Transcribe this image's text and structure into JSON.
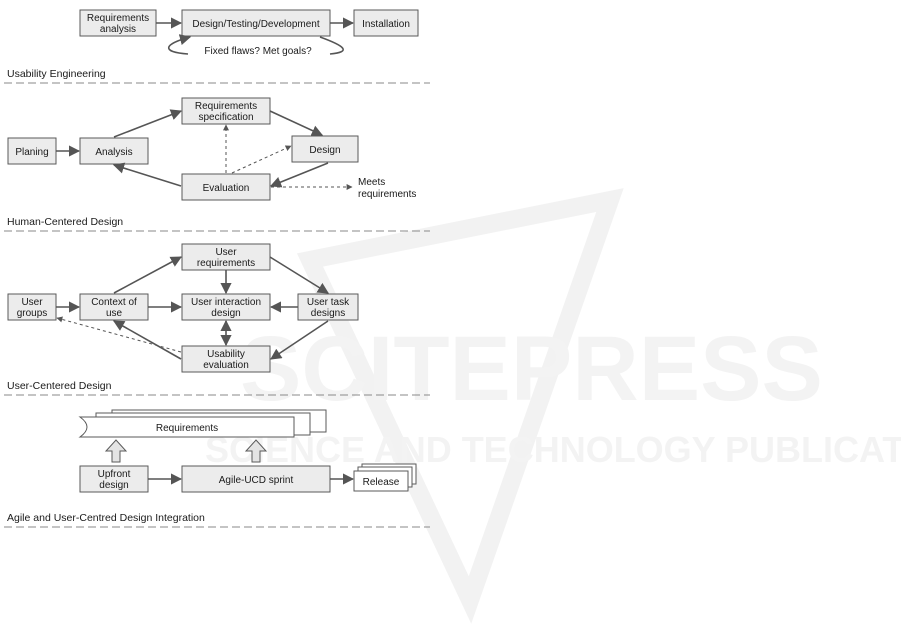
{
  "watermark": {
    "main": "SCITEPRESS",
    "sub": "SCIENCE AND TECHNOLOGY PUBLICATIONS"
  },
  "waterfall": {
    "requirements_analysis": [
      "Requirements",
      "analysis"
    ],
    "design_testing": "Design/Testing/Development",
    "installation": "Installation",
    "loop_label": "Fixed flaws? Met goals?"
  },
  "usability_engineering": {
    "section_label": "Usability Engineering",
    "planing": "Planing",
    "analysis": "Analysis",
    "requirements_spec": [
      "Requirements",
      "specification"
    ],
    "design": "Design",
    "evaluation": "Evaluation",
    "meets_requirements": [
      "Meets",
      "requirements"
    ]
  },
  "human_centered": {
    "section_label": "Human-Centered Design",
    "user_requirements": [
      "User",
      "requirements"
    ],
    "user_groups": [
      "User",
      "groups"
    ],
    "context_of_use": [
      "Context of",
      "use"
    ],
    "user_interaction_design": [
      "User interaction",
      "design"
    ],
    "user_task_designs": [
      "User task",
      "designs"
    ],
    "usability_evaluation": [
      "Usability",
      "evaluation"
    ]
  },
  "user_centered": {
    "section_label": "User-Centered Design",
    "requirements": "Requirements",
    "upfront_design": [
      "Upfront",
      "design"
    ],
    "agile_sprint": "Agile-UCD sprint",
    "release": "Release"
  },
  "agile_integration": {
    "section_label": "Agile and User-Centred Design Integration"
  }
}
